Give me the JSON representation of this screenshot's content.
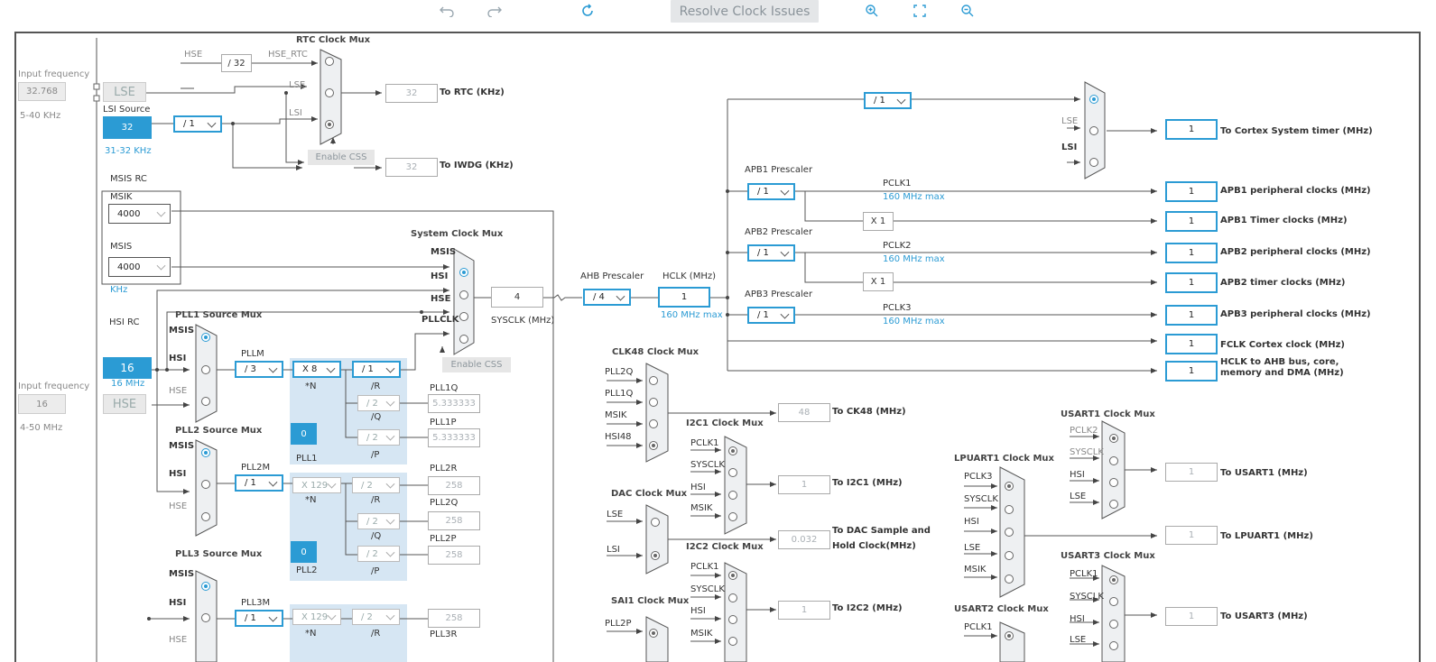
{
  "toolbar": {
    "undo_icon": "undo-icon",
    "redo_icon": "redo-icon",
    "refresh_icon": "refresh-icon",
    "resolve_label": "Resolve Clock Issues",
    "zoom_in_icon": "zoom-in-icon",
    "fit_icon": "fit-screen-icon",
    "zoom_out_icon": "zoom-out-icon"
  },
  "colors": {
    "accent": "#2b9bd4",
    "wire": "#555555",
    "pll_area": "#d6e6f3"
  },
  "lse": {
    "freq_label": "Input frequency",
    "value": "32.768",
    "range": "5-40 KHz",
    "name": "LSE"
  },
  "lsi": {
    "title": "LSI Source",
    "value": "32",
    "range": "31-32 KHz",
    "div": "/ 1"
  },
  "rtc": {
    "title": "RTC Clock Mux",
    "hse": "HSE",
    "div32": "/ 32",
    "hse_rtc": "HSE_RTC",
    "lse": "LSE",
    "lsi": "LSI",
    "enable_css": "Enable CSS",
    "out_value": "32",
    "out_label": "To RTC (KHz)",
    "iwdg_value": "32",
    "iwdg_label": "To IWDG (KHz)"
  },
  "msis": {
    "title": "MSIS RC",
    "msik_label": "MSIK",
    "msik_value": "4000",
    "msis_label": "MSIS",
    "msis_value": "4000",
    "unit": "KHz"
  },
  "hsi": {
    "title": "HSI RC",
    "value": "16",
    "range": "16 MHz"
  },
  "hse": {
    "freq_label": "Input frequency",
    "value": "16",
    "range": "4-50 MHz",
    "name": "HSE"
  },
  "sysmux": {
    "title": "System Clock Mux",
    "msis": "MSIS",
    "hsi": "HSI",
    "hse": "HSE",
    "pllclk": "PLLCLK",
    "sysclk_value": "4",
    "sysclk_label": "SYSCLK (MHz)",
    "enable_css": "Enable CSS"
  },
  "ahb": {
    "title": "AHB Prescaler",
    "div": "/ 4",
    "hclk_title": "HCLK (MHz)",
    "hclk_value": "1",
    "hclk_max": "160 MHz max"
  },
  "pll1": {
    "title": "PLL1 Source Mux",
    "msis": "MSIS",
    "hsi": "HSI",
    "hse": "HSE",
    "m_label": "PLLM",
    "m": "/ 3",
    "n": "X 8",
    "n_label": "*N",
    "r": "/ 1",
    "r_label": "/R",
    "q": "/ 2",
    "q_label": "/Q",
    "p": "/ 2",
    "p_label": "/P",
    "q_out_label": "PLL1Q",
    "q_out": "5.333333",
    "p_out_label": "PLL1P",
    "p_out": "5.333333",
    "frac": "0",
    "name": "PLL1"
  },
  "pll2": {
    "title": "PLL2 Source Mux",
    "msis": "MSIS",
    "hsi": "HSI",
    "hse": "HSE",
    "m_label": "PLL2M",
    "m": "/ 1",
    "n": "X 129",
    "n_label": "*N",
    "r": "/ 2",
    "r_label": "/R",
    "q": "/ 2",
    "q_label": "/Q",
    "p": "/ 2",
    "p_label": "/P",
    "r_out_label": "PLL2R",
    "r_out": "258",
    "q_out_label": "PLL2Q",
    "q_out": "258",
    "p_out_label": "PLL2P",
    "p_out": "258",
    "frac": "0",
    "name": "PLL2"
  },
  "pll3": {
    "title": "PLL3 Source Mux",
    "msis": "MSIS",
    "hsi": "HSI",
    "hse": "HSE",
    "m_label": "PLL3M",
    "m": "/ 1",
    "n": "X 129",
    "n_label": "*N",
    "r": "/ 2",
    "r_label": "/R",
    "r_out": "258",
    "r_out_label": "PLL3R"
  },
  "cortex": {
    "div": "/ 1",
    "lse": "LSE",
    "lsi": "LSI",
    "value": "1",
    "label": "To Cortex System timer (MHz)"
  },
  "apb1": {
    "title": "APB1 Prescaler",
    "div": "/ 1",
    "pclk": "PCLK1",
    "max": "160 MHz max",
    "periph_value": "1",
    "periph_label": "APB1 peripheral clocks (MHz)",
    "x": "X 1",
    "timer_value": "1",
    "timer_label": "APB1 Timer clocks (MHz)"
  },
  "apb2": {
    "title": "APB2 Prescaler",
    "div": "/ 1",
    "pclk": "PCLK2",
    "max": "160 MHz max",
    "periph_value": "1",
    "periph_label": "APB2 peripheral clocks (MHz)",
    "x": "X 1",
    "timer_value": "1",
    "timer_label": "APB2 timer clocks (MHz)"
  },
  "apb3": {
    "title": "APB3 Prescaler",
    "div": "/ 1",
    "pclk": "PCLK3",
    "max": "160 MHz max",
    "periph_value": "1",
    "periph_label": "APB3 peripheral clocks (MHz)"
  },
  "fclk": {
    "value": "1",
    "label": "FCLK Cortex clock (MHz)"
  },
  "hclk_out": {
    "value": "1",
    "label1": "HCLK to AHB bus, core,",
    "label2": "memory and DMA (MHz)"
  },
  "clk48": {
    "title": "CLK48 Clock Mux",
    "in1": "PLL2Q",
    "in2": "PLL1Q",
    "in3": "MSIK",
    "in4": "HSI48",
    "value": "48",
    "label": "To CK48 (MHz)"
  },
  "i2c1": {
    "title": "I2C1 Clock Mux",
    "in1": "PCLK1",
    "in2": "SYSCLK",
    "in3": "HSI",
    "in4": "MSIK",
    "value": "1",
    "label": "To I2C1 (MHz)"
  },
  "dac": {
    "title": "DAC Clock Mux",
    "in1": "LSE",
    "in2": "LSI",
    "value": "0.032",
    "label1": "To DAC Sample and",
    "label2": "Hold Clock(MHz)"
  },
  "i2c2": {
    "title": "I2C2 Clock Mux",
    "in1": "PCLK1",
    "in2": "SYSCLK",
    "in3": "HSI",
    "in4": "MSIK",
    "value": "1",
    "label": "To I2C2 (MHz)"
  },
  "sai1": {
    "title": "SAI1 Clock Mux",
    "in1": "PLL2P"
  },
  "lpuart1": {
    "title": "LPUART1 Clock Mux",
    "in1": "PCLK3",
    "in2": "SYSCLK",
    "in3": "HSI",
    "in4": "LSE",
    "in5": "MSIK",
    "value": "1",
    "label": "To LPUART1 (MHz)"
  },
  "usart1": {
    "title": "USART1 Clock Mux",
    "in1": "PCLK2",
    "in2": "SYSCLK",
    "in3": "HSI",
    "in4": "LSE",
    "value": "1",
    "label": "To USART1 (MHz)"
  },
  "usart3": {
    "title": "USART3 Clock Mux",
    "in1": "PCLK1",
    "in2": "SYSCLK",
    "in3": "HSI",
    "in4": "LSE",
    "value": "1",
    "label": "To USART3 (MHz)"
  },
  "usart2": {
    "title": "USART2 Clock Mux",
    "in1": "PCLK1"
  }
}
